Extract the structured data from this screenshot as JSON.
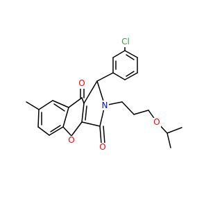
{
  "atom_labels": {
    "chlorine": "Cl",
    "ketone_oxygen": "O",
    "ring_oxygen": "O",
    "lactam_oxygen": "O",
    "nitrogen": "N",
    "ether_oxygen": "O"
  },
  "colors": {
    "bond": "#000000",
    "chlorine": "#3a9e3a",
    "oxygen": "#ff0000",
    "nitrogen": "#0000ff",
    "background": "#ffffff"
  }
}
